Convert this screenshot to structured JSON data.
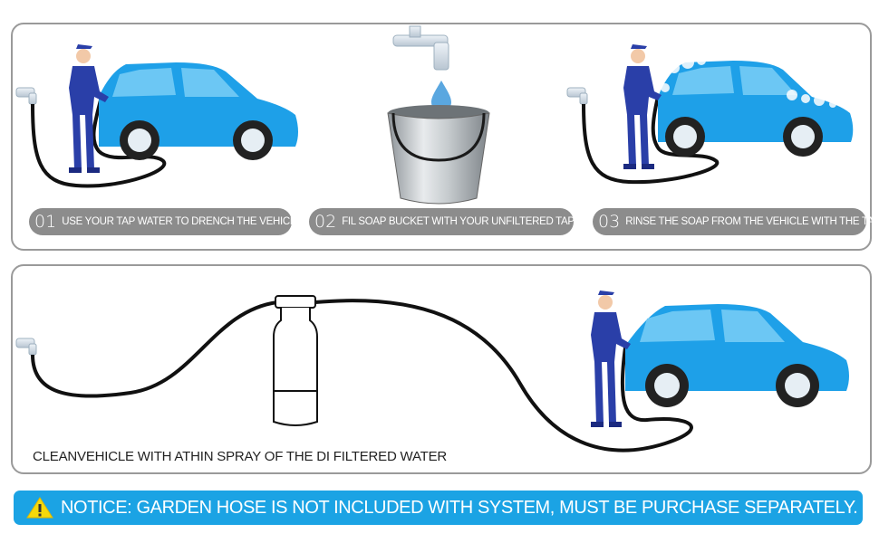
{
  "colors": {
    "car_body": "#1ea0e8",
    "person_suit": "#2a3fa8",
    "hose": "#111111",
    "panel_border": "#9a9a9a",
    "step_pill": "#8c8c8c",
    "notice_bar": "#1ba3e4",
    "warning_icon": "#f5d90a"
  },
  "steps": [
    {
      "number": "01",
      "text": "USE YOUR TAP WATER TO DRENCH THE VEHICLE"
    },
    {
      "number": "02",
      "text": "FIL SOAP BUCKET WITH YOUR UNFILTERED TAP"
    },
    {
      "number": "03",
      "text": "RINSE THE SOAP FROM THE VEHICLE WITH THE TAP"
    }
  ],
  "bottom_panel": {
    "caption": "CLEANVEHICLE WITH ATHIN SPRAY OF THE DI FILTERED WATER"
  },
  "notice": {
    "icon": "warning-triangle-icon",
    "text": "NOTICE: GARDEN HOSE IS NOT INCLUDED WITH SYSTEM, MUST BE PURCHASE SEPARATELY."
  }
}
